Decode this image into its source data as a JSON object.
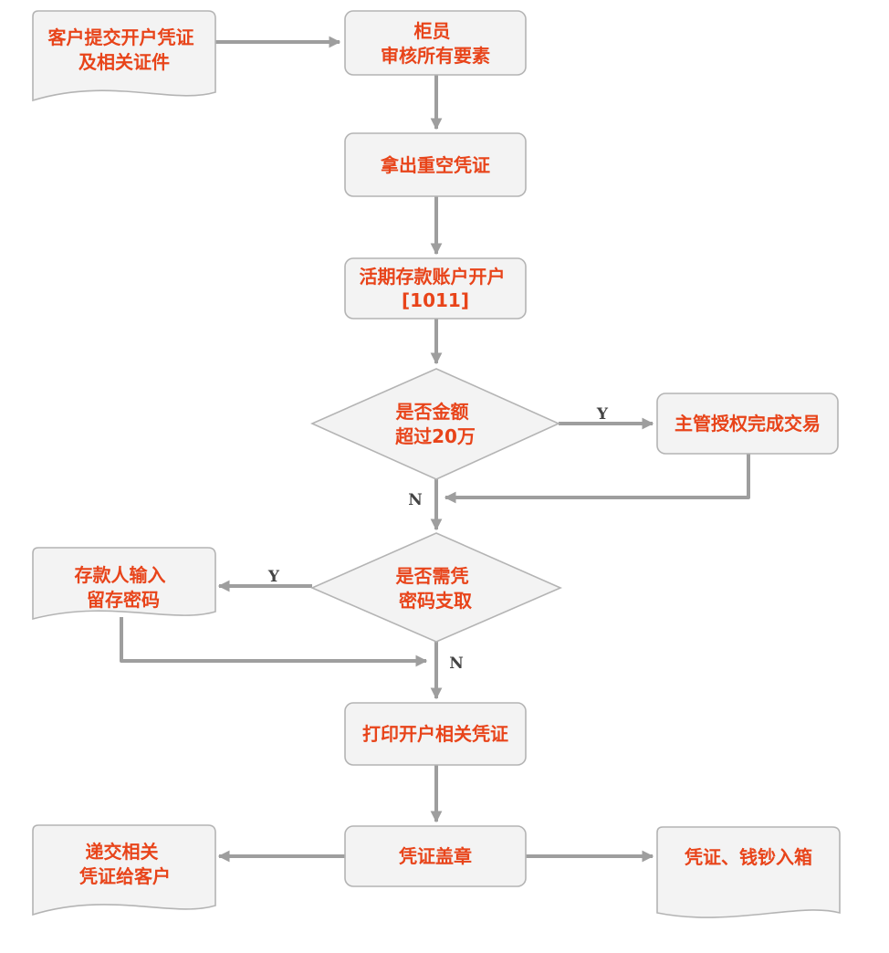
{
  "diagram": {
    "type": "flowchart",
    "nodes": {
      "submit": {
        "lines": [
          "客户提交开户凭证",
          "及相关证件"
        ],
        "shape": "document"
      },
      "teller": {
        "lines": [
          "柜员",
          "审核所有要素"
        ],
        "shape": "process"
      },
      "blank_voucher": {
        "lines": [
          "拿出重空凭证"
        ],
        "shape": "process"
      },
      "open_account": {
        "lines": [
          "活期存款账户开户",
          "[1011]"
        ],
        "shape": "process"
      },
      "amount_check": {
        "lines": [
          "是否金额",
          "超过20万"
        ],
        "shape": "decision"
      },
      "supervisor": {
        "lines": [
          "主管授权完成交易"
        ],
        "shape": "process"
      },
      "password_check": {
        "lines": [
          "是否需凭",
          "密码支取"
        ],
        "shape": "decision"
      },
      "enter_password": {
        "lines": [
          "存款人输入",
          "留存密码"
        ],
        "shape": "document"
      },
      "print_voucher": {
        "lines": [
          "打印开户相关凭证"
        ],
        "shape": "process"
      },
      "stamp": {
        "lines": [
          "凭证盖章"
        ],
        "shape": "process"
      },
      "return_docs": {
        "lines": [
          "递交相关",
          "凭证给客户"
        ],
        "shape": "document"
      },
      "archive": {
        "lines": [
          "凭证、钱钞入箱"
        ],
        "shape": "document"
      }
    },
    "edge_labels": {
      "amount_yes": "Y",
      "amount_no": "N",
      "password_yes": "Y",
      "password_no": "N"
    },
    "colors": {
      "text": "#e8441a",
      "node_fill": "#f3f3f3",
      "node_border": "#b4b4b4",
      "arrow": "#9e9e9e",
      "edge_label": "#444444"
    }
  }
}
